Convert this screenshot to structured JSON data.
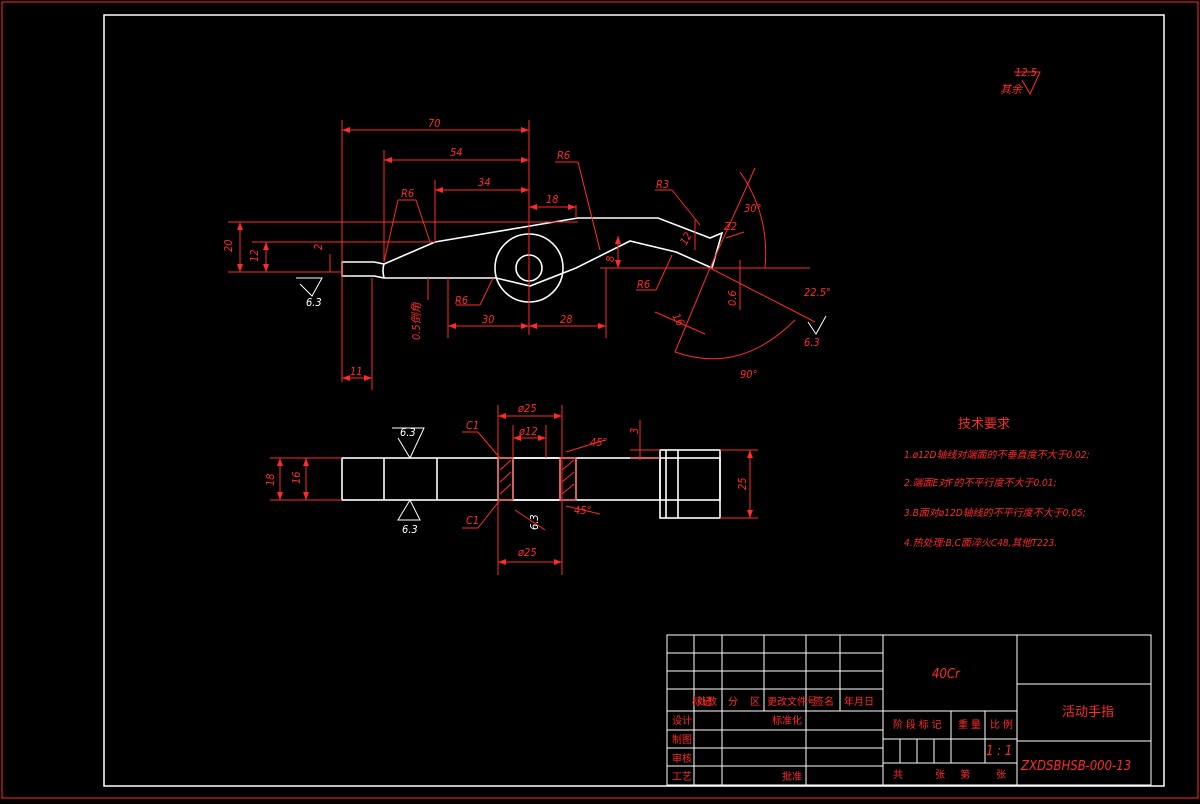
{
  "drawing": {
    "surface_finish_rest": {
      "prefix": "其余",
      "value": "12.5"
    },
    "colors": {
      "background": "#000000",
      "dimension": "#ff2a2a",
      "outline": "#ffffff"
    },
    "top_view": {
      "dims": {
        "d70": "70",
        "d54": "54",
        "d34": "34",
        "d18": "18",
        "d20": "20",
        "d12": "12",
        "d2": "2",
        "d8": "8",
        "d12b": "12",
        "d30": "30",
        "d28": "28",
        "d11": "11",
        "d16": "16",
        "d06": "0.6",
        "chamfer_note": "0.5倒角",
        "r6a": "R6",
        "r6b": "R6",
        "r6c": "R6",
        "r6d": "R6",
        "r3": "R3",
        "ang30": "30°",
        "ang225": "22.5°",
        "ang90": "90°",
        "z2": "Z2",
        "ra_left": "6.3",
        "ra_right": "6.3"
      }
    },
    "bottom_view": {
      "dims": {
        "phi25_top": "ø25",
        "phi12": "ø12",
        "phi25_bot": "ø25",
        "c1_top": "C1",
        "c1_bot": "C1",
        "ang45_top": "45°",
        "ang45_bot": "45°",
        "d3": "3",
        "d18": "18",
        "d16": "16",
        "d25": "25",
        "ra_top": "6.3",
        "ra_bot": "6.3",
        "ra_mid": "6.3"
      }
    },
    "technical_requirements": {
      "title": "技术要求",
      "items": [
        "1.ø12D轴线对端面的不垂直度不大于0.02;",
        "2.端面E对F的不平行度不大于0.01;",
        "3.B面对ø12D轴线的不平行度不大于0.05;",
        "4.热处理:B,C面淬火C48,其他T223."
      ]
    },
    "title_block": {
      "material": "40Cr",
      "part_name": "活动手指",
      "drawing_no": "ZXDSBHSB-000-13",
      "scale": "1 : 1",
      "header_row": [
        "标记",
        "处数",
        "分",
        "区",
        "更改文件号",
        "签名",
        "年月日"
      ],
      "left_labels": [
        "设计",
        "制图",
        "审核",
        "工艺"
      ],
      "standardize": "标准化",
      "approve": "批准",
      "stage_label": "阶 段 标 记",
      "weight_label": "重 量",
      "scale_label": "比 例",
      "sheet_info": [
        "共",
        "张",
        "第",
        "张"
      ]
    }
  }
}
